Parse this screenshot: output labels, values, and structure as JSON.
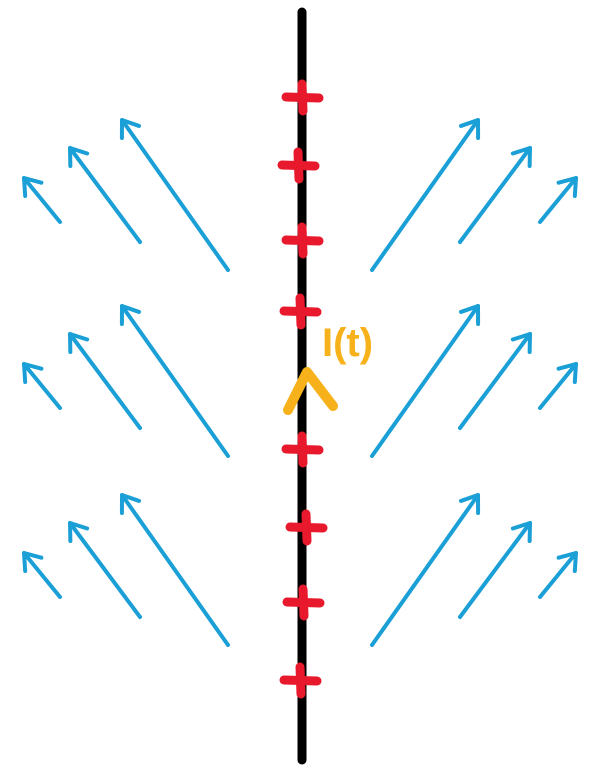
{
  "diagram": {
    "wire_color": "#000000",
    "charge_color": "#e8192c",
    "field_color": "#1a9fd6",
    "current_color": "#f7b21b",
    "charge_symbol": "+",
    "charge_count": 8,
    "current_label": "I(t)",
    "current_direction": "up",
    "field_arrow_groups": [
      {
        "side": "left",
        "row": "top",
        "arrows_per_group": 3,
        "direction": "up-away-from-wire"
      },
      {
        "side": "left",
        "row": "middle",
        "arrows_per_group": 3,
        "direction": "up-away-from-wire"
      },
      {
        "side": "left",
        "row": "bottom",
        "arrows_per_group": 3,
        "direction": "up-away-from-wire"
      },
      {
        "side": "right",
        "row": "top",
        "arrows_per_group": 3,
        "direction": "up-away-from-wire"
      },
      {
        "side": "right",
        "row": "middle",
        "arrows_per_group": 3,
        "direction": "up-away-from-wire"
      },
      {
        "side": "right",
        "row": "bottom",
        "arrows_per_group": 3,
        "direction": "up-away-from-wire"
      }
    ]
  }
}
